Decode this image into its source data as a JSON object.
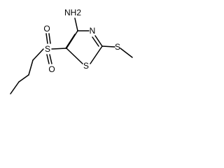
{
  "molecule": {
    "atoms": {
      "amine": "NH2",
      "ring_n": "N",
      "ring_s": "S",
      "thio_s": "S",
      "sulfonyl_s": "S",
      "oxygen_upper": "O",
      "oxygen_lower": "O"
    }
  }
}
